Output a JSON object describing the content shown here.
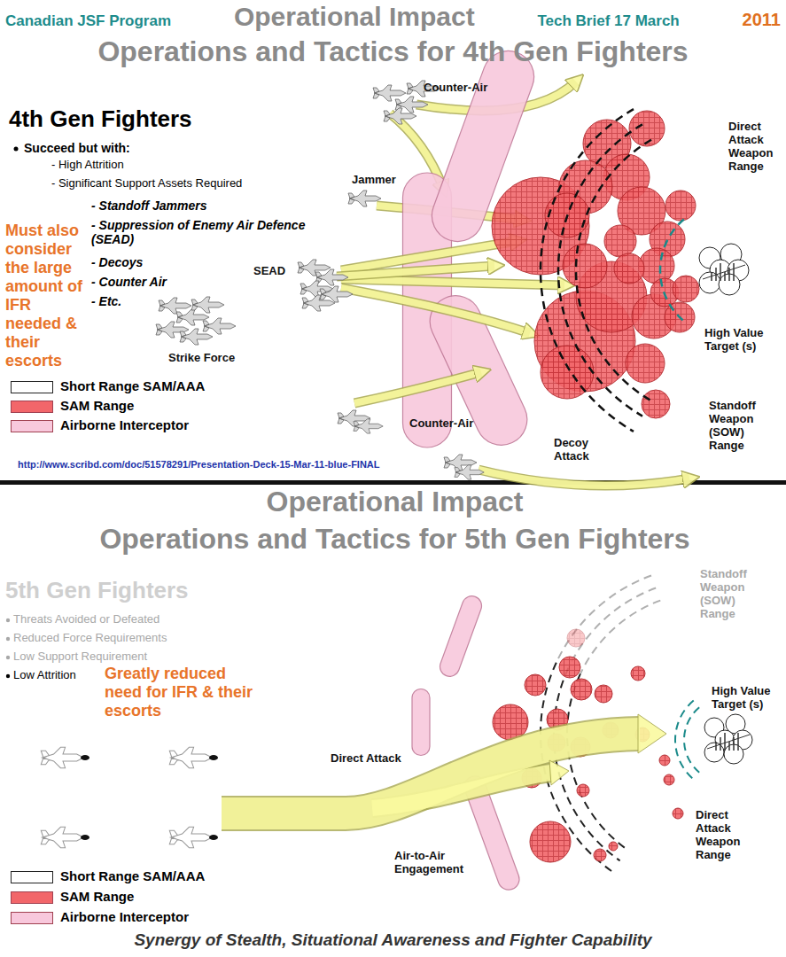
{
  "diagram": {
    "title": "Operations and Tactics for 4th Gen Fighters",
    "caption": "Synergy of Stealth, Situational Awareness and Fighter Capability",
    "labels": [
      "Canadian JSF Program",
      "Operational Impact",
      "Tech Brief 17 March",
      "2011",
      "4th Gen Fighters",
      "Succeed but with:",
      "- High Attrition",
      "- Significant Support Assets Required",
      "- Standoff Jammers",
      "- Suppression of Enemy Air Defence (SEAD)",
      "- Decoys",
      "- Counter Air",
      "- Etc.",
      "Must also consider the large amount of IFR needed & their escorts",
      "Counter-Air",
      "Jammer",
      "SEAD",
      "Strike Force",
      "Counter-Air",
      "Decoy Attack",
      "Direct Attack Weapon Range",
      "High Value Target (s)",
      "Standoff Weapon (SOW) Range",
      "http://www.scribd.com/doc/51578291/Presentation-Deck-15-Mar-11-blue-FINAL",
      "Operational Impact",
      "Operations and Tactics for 5th Gen Fighters",
      "5th Gen Fighters",
      "Threats Avoided or Defeated",
      "Reduced Force Requirements",
      "Low Support Requirement",
      "Low Attrition",
      "Greatly reduced need for IFR & their escorts",
      "Standoff Weapon (SOW) Range",
      "High Value Target (s)",
      "Direct Attack",
      "Direct Attack Weapon Range",
      "Air-to-Air Engagement"
    ],
    "legend": [
      {
        "text": "Short Range SAM/AAA"
      },
      {
        "text": "SAM Range",
        "color": "#f2666a"
      },
      {
        "text": "Airborne Interceptor",
        "color": "#f8c8dc"
      },
      {
        "text": "Short Range SAM/AAA"
      },
      {
        "text": "SAM Range",
        "color": "#f2666a"
      },
      {
        "text": "Airborne Interceptor",
        "color": "#f8c8dc"
      }
    ]
  }
}
